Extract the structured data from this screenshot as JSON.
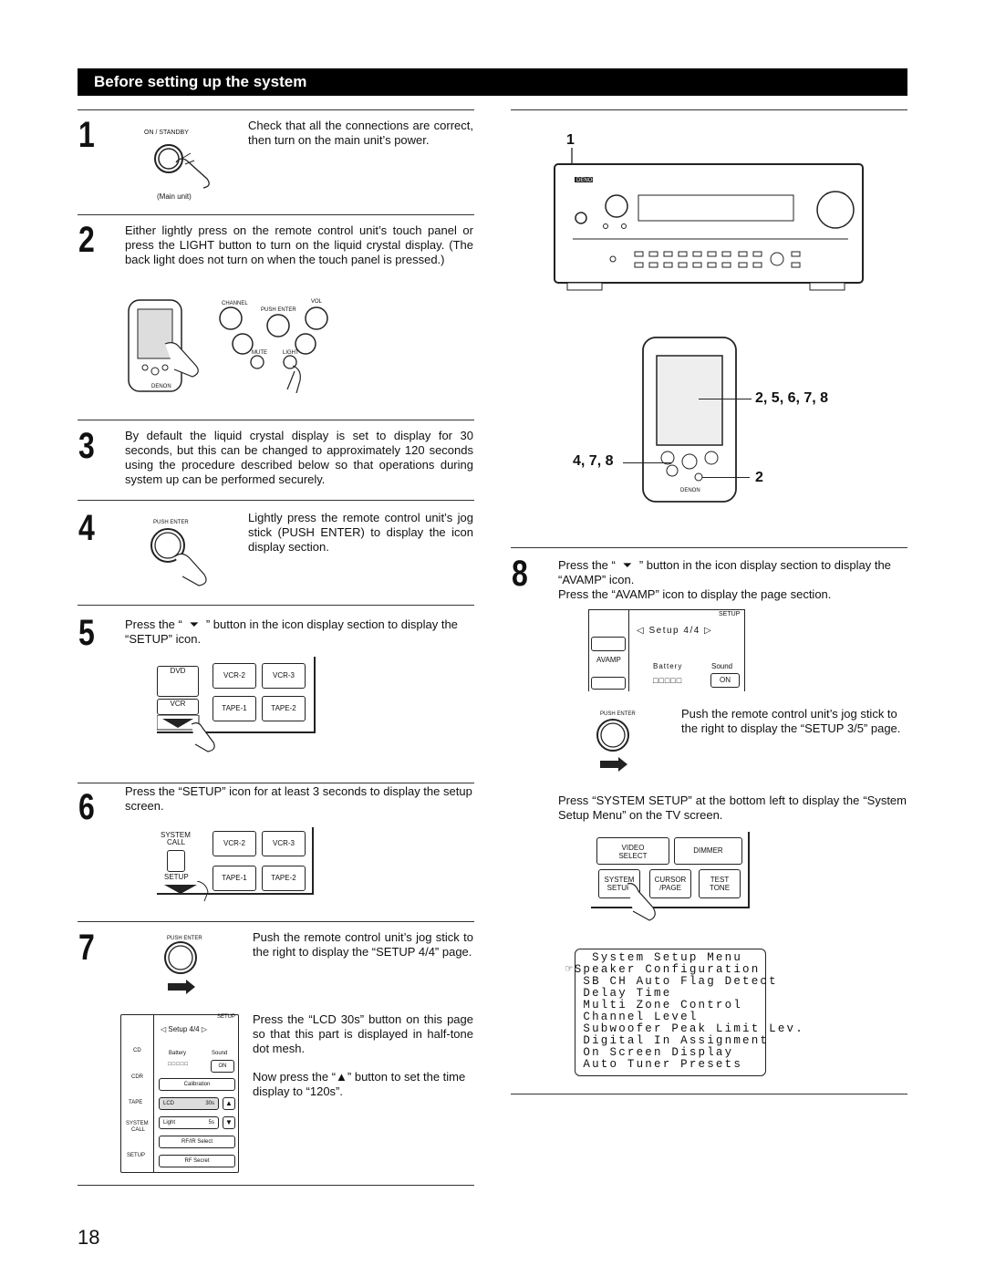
{
  "header": {
    "title": "Before setting up the system"
  },
  "steps": {
    "s1": {
      "num": "1",
      "text": "Check that all the connections are correct, then turn on the main unit’s power.",
      "button_label": "ON / STANDBY",
      "caption": "(Main unit)"
    },
    "s2": {
      "num": "2",
      "text": "Either lightly press on the remote control unit’s touch panel or press the LIGHT button to turn on the liquid crystal display. (The back light does not turn on when the touch panel is pressed.)",
      "labels": {
        "channel": "CHANNEL",
        "vol": "VOL",
        "push_enter": "PUSH ENTER",
        "mute": "MUTE",
        "light": "LIGHT",
        "brand": "DENON"
      }
    },
    "s3": {
      "num": "3",
      "text": "By default the liquid crystal display is set to display for 30 seconds, but this can be changed to approximately 120 seconds using the procedure described below so that operations during system up can be performed securely."
    },
    "s4": {
      "num": "4",
      "text": "Lightly press the remote control unit’s jog stick (PUSH ENTER) to display the icon display section.",
      "label": "PUSH ENTER"
    },
    "s5": {
      "num": "5",
      "text_a": "Press the “",
      "text_b": "” button in the icon display section to display the “SETUP” icon.",
      "keys": {
        "dvd": "DVD",
        "vcr2": "VCR-2",
        "vcr3": "VCR-3",
        "vcr": "VCR",
        "tape1": "TAPE-1",
        "tape2": "TAPE-2"
      }
    },
    "s6": {
      "num": "6",
      "text": "Press the “SETUP” icon for at least 3 seconds to display the setup screen.",
      "keys": {
        "system": "SYSTEM",
        "call": "CALL",
        "setup": "SETUP",
        "vcr2": "VCR-2",
        "vcr3": "VCR-3",
        "tape1": "TAPE-1",
        "tape2": "TAPE-2"
      }
    },
    "s7": {
      "num": "7",
      "text": "Push the remote control unit’s jog stick to the right to display the “SETUP 4/4” page.",
      "label": "PUSH ENTER",
      "text2": "Press the “LCD 30s” button on this page so that this part is displayed in half-tone dot mesh.",
      "text3": "Now press the “▲” button to set the time display to “120s”.",
      "panel": {
        "setup": "SETUP",
        "page": "Setup 4/4",
        "cd": "CD",
        "cdr": "CDR",
        "tape": "TAPE",
        "system": "SYSTEM",
        "call": "CALL",
        "setup_btn": "SETUP",
        "battery": "Battery",
        "sound": "Sound",
        "on": "ON",
        "calibration": "Calibration",
        "lcd": "LCD",
        "lcd_val": "30s",
        "light": "Light",
        "light_val": "5s",
        "rf_ir": "RF/IR Select",
        "rf_secret": "RF Secret"
      }
    },
    "s8": {
      "num": "8",
      "text_a": "Press the “",
      "text_b": "” button in the icon display section to display the “AVAMP” icon.",
      "text2": "Press the “AVAMP” icon to display the page section.",
      "text3": "Push the remote control unit’s jog stick to the right to display the “SETUP 3/5” page.",
      "text4": "Press “SYSTEM SETUP” at the bottom left to display the “System Setup Menu” on the TV screen.",
      "label": "PUSH ENTER",
      "panel": {
        "setup": "SETUP",
        "page": "Setup 4/4",
        "avamp": "AVAMP",
        "battery": "Battery",
        "sound": "Sound",
        "on": "ON"
      },
      "keys": {
        "video": "VIDEO",
        "select": "SELECT",
        "dimmer": "DIMMER",
        "system": "SYSTEM",
        "setup": "SETUP",
        "cursor": "CURSOR",
        "page": "/PAGE",
        "test": "TEST",
        "tone": "TONE"
      }
    }
  },
  "overview": {
    "callout_1": "1",
    "callout_a": "2, 5, 6, 7, 8",
    "callout_b": "4, 7, 8",
    "callout_c": "2",
    "brand": "DENON"
  },
  "menu": {
    "lines": [
      "   System Setup Menu",
      "☞Speaker Configuration",
      "  SB CH Auto Flag Detect",
      "  Delay Time",
      "  Multi Zone Control",
      "  Channel Level",
      "  Subwoofer Peak Limit Lev.",
      "  Digital In Assignment",
      "  On Screen Display",
      "  Auto Tuner Presets"
    ]
  },
  "page_number": "18"
}
